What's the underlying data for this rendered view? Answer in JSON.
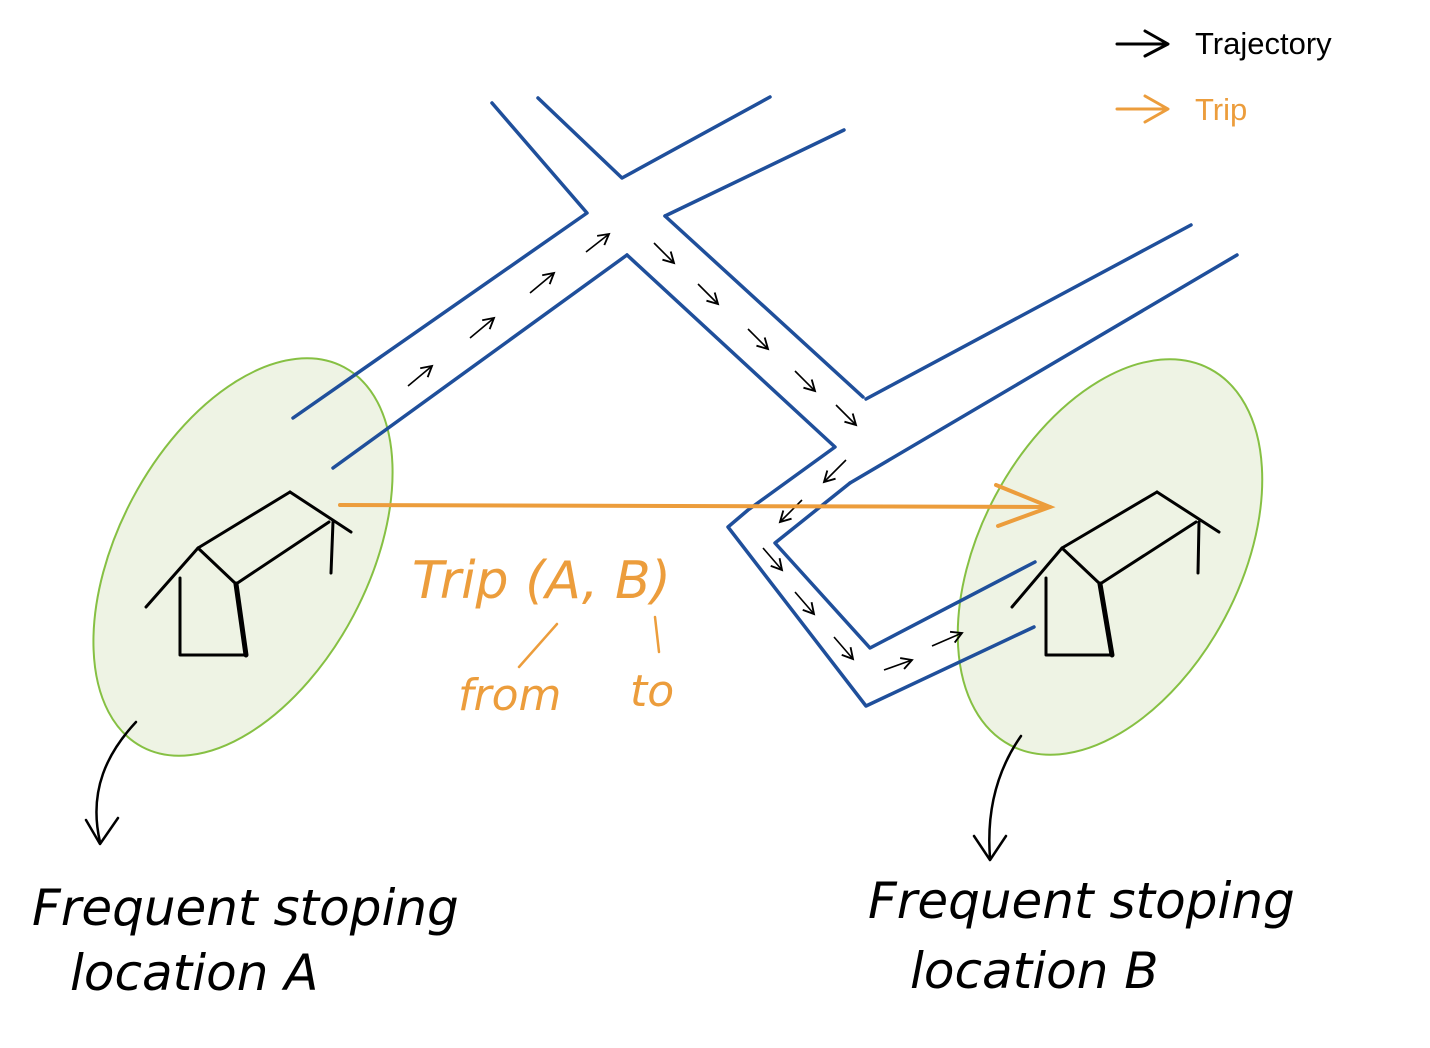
{
  "legend": {
    "items": [
      {
        "label": "Trajectory",
        "color": "#000000"
      },
      {
        "label": "Trip",
        "color": "#ec9d3c"
      }
    ]
  },
  "trip_label": {
    "text": "Trip (A, B)",
    "from": "from",
    "to": "to"
  },
  "locations": [
    {
      "line1": "Frequent stoping",
      "line2": "location A"
    },
    {
      "line1": "Frequent stoping",
      "line2": "location B"
    }
  ],
  "colors": {
    "road": "#1f4f9b",
    "trip": "#ec9d3c",
    "zone_fill": "#eef3e4",
    "zone_stroke": "#86c043",
    "ink": "#000000"
  }
}
